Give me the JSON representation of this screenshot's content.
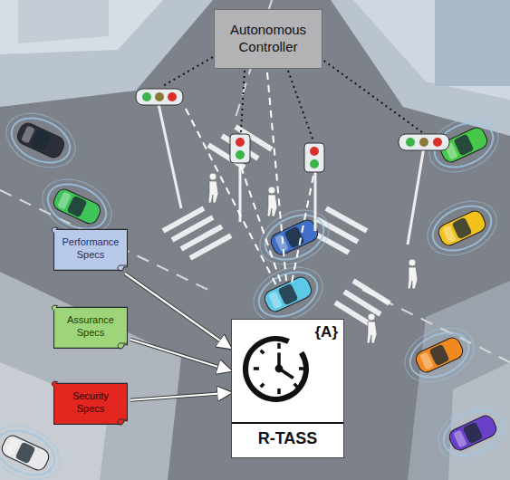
{
  "diagram": {
    "nodes": [
      {
        "text": [
          "Autonomous Controller"
        ]
      },
      {
        "text": [
          "Performance Specs"
        ]
      },
      {
        "text": [
          "Assurance Specs"
        ]
      },
      {
        "text": [
          "Security Specs"
        ]
      },
      {
        "text": [
          "{A}",
          "R-TASS"
        ]
      }
    ],
    "edges": [
      {
        "from": 1,
        "to": 4,
        "arrow": "to"
      },
      {
        "from": 2,
        "to": 4,
        "arrow": "to"
      },
      {
        "from": 3,
        "to": 4,
        "arrow": "to"
      }
    ]
  }
}
